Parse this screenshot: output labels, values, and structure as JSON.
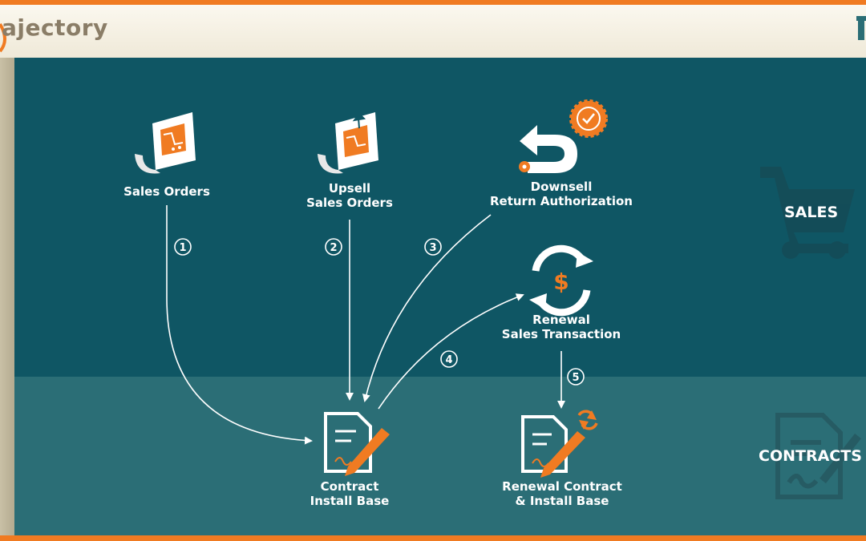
{
  "header": {
    "logo_text": "ajectory"
  },
  "colors": {
    "accent": "#f07b22",
    "sales_band": "#0f5664",
    "contracts_band": "#2b6e76",
    "text": "#ffffff"
  },
  "side_labels": {
    "sales": "SALES",
    "contracts": "CONTRACTS"
  },
  "nodes": {
    "sales_orders": {
      "label": "Sales Orders",
      "icon": "cart-document-icon"
    },
    "upsell": {
      "line1": "Upsell",
      "line2": "Sales Orders",
      "icon": "cart-upload-document-icon"
    },
    "downsell": {
      "line1": "Downsell",
      "line2": "Return Authorization",
      "icon": "return-arrow-icon"
    },
    "renewal_tx": {
      "line1": "Renewal",
      "line2": "Sales Transaction",
      "icon": "dollar-cycle-icon"
    },
    "contract": {
      "line1": "Contract",
      "line2": "Install Base",
      "icon": "contract-pen-icon"
    },
    "renewal_contract": {
      "line1": "Renewal Contract",
      "line2": "& Install Base",
      "icon": "contract-renew-icon"
    }
  },
  "steps": [
    "1",
    "2",
    "3",
    "4",
    "5"
  ]
}
